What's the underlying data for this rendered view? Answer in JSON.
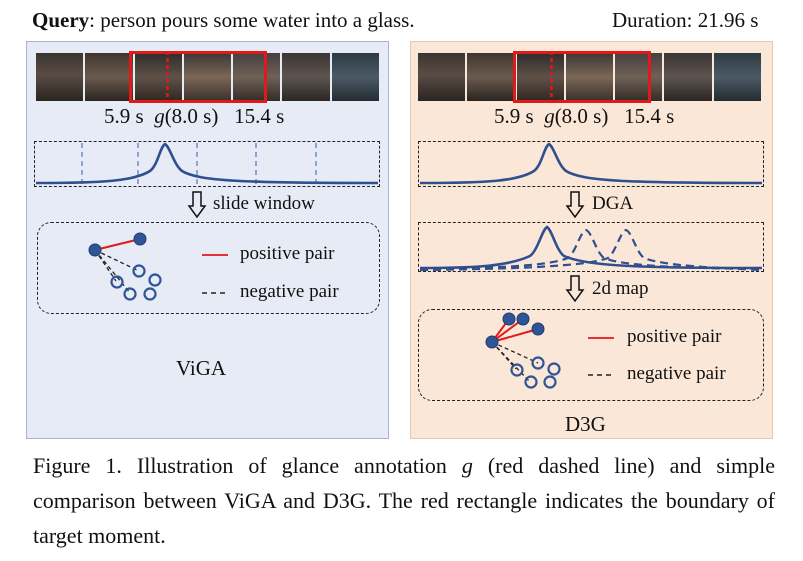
{
  "query": {
    "label": "Query",
    "text": ": person pours some water into a glass."
  },
  "duration": "Duration: 21.96 s",
  "left_panel": {
    "title": "ViGA",
    "times": {
      "start": "5.9 s",
      "glance_var": "g",
      "glance_val": "(8.0 s)",
      "end": "15.4 s"
    },
    "step": "slide window",
    "legend": {
      "positive": "positive pair",
      "negative": "negative pair"
    }
  },
  "right_panel": {
    "title": "D3G",
    "times": {
      "start": "5.9 s",
      "glance_var": "g",
      "glance_val": "(8.0 s)",
      "end": "15.4 s"
    },
    "step1": "DGA",
    "step2": "2d map",
    "legend": {
      "positive": "positive pair",
      "negative": "negative pair"
    }
  },
  "caption": {
    "pre": "Figure 1. Illustration of glance annotation ",
    "var": "g",
    "post": " (red dashed line) and simple comparison between ViGA and D3G. The red rectangle indicates the boundary of target moment."
  },
  "colors": {
    "left_bg": "#e6ebf5",
    "right_bg": "#fbe7d7",
    "curve": "#2f4f8f",
    "node": "#2f5597",
    "positive": "#e0191b",
    "boundary": "#e0191b"
  }
}
